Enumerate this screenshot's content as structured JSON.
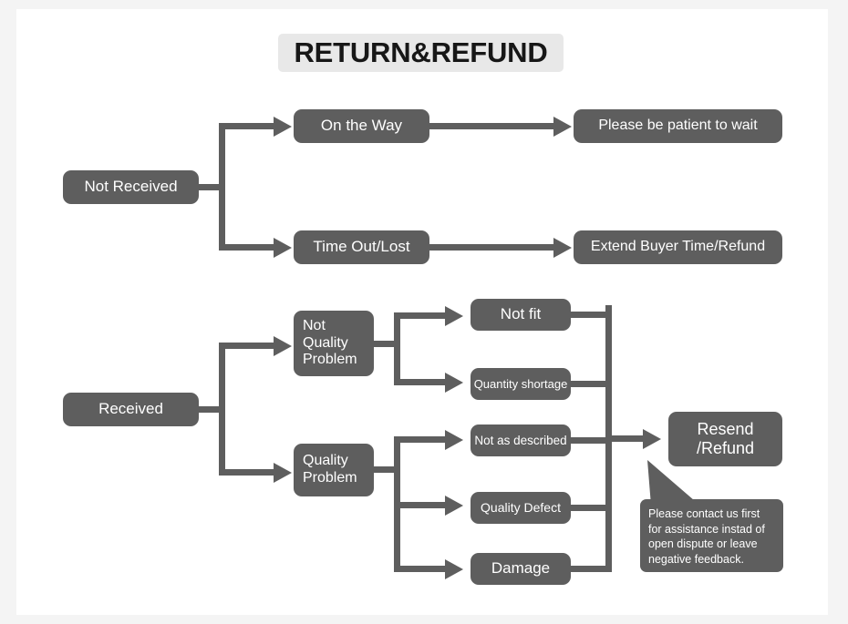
{
  "page": {
    "title": "RETURN&REFUND",
    "canvas_bg": "#ffffff",
    "page_bg": "#f4f4f4",
    "node_color": "#5e5e5e",
    "node_text_color": "#ffffff",
    "title_chip_bg": "#e8e8e8",
    "title_text_color": "#171717"
  },
  "flow": {
    "not_received": {
      "root": "Not Received",
      "branches": [
        {
          "condition": "On the Way",
          "outcome": "Please be patient to wait"
        },
        {
          "condition": "Time Out/Lost",
          "outcome": "Extend Buyer Time/Refund"
        }
      ]
    },
    "received": {
      "root": "Received",
      "groups": [
        {
          "name": "Not Quality Problem",
          "reasons": [
            "Not fit",
            "Quantity shortage"
          ]
        },
        {
          "name": "Quality Problem",
          "reasons": [
            "Not as described",
            "Quality Defect",
            "Damage"
          ]
        }
      ],
      "outcome": "Resend\n/Refund",
      "outcome_line1": "Resend",
      "outcome_line2": "/Refund"
    },
    "callout": "Please contact us first for assistance instad of open dispute or leave negative feedback."
  }
}
